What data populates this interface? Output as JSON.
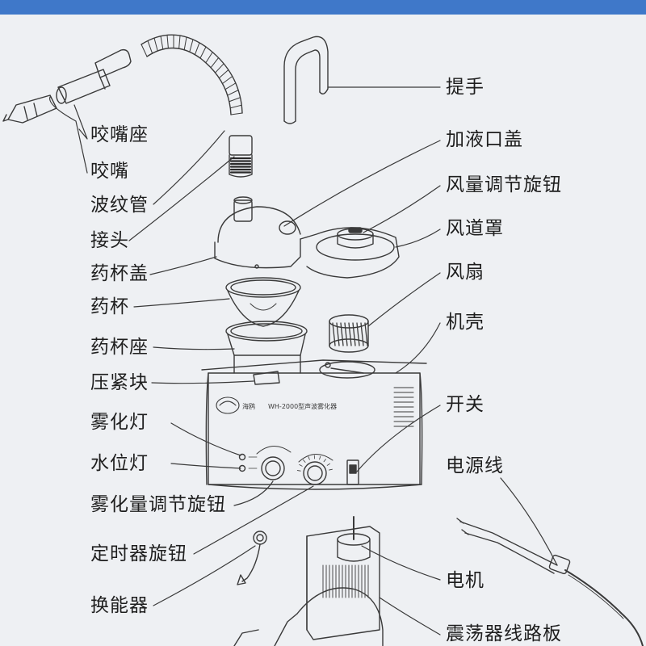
{
  "theme": {
    "bar_color": "#3f78c9",
    "line_color": "#3a3a3a",
    "paper": "#eef0f3"
  },
  "device_panel": {
    "brand": "海鸥",
    "model_text": "WH-2000型声波雾化器"
  },
  "labels_left": [
    "咬嘴座",
    "咬嘴",
    "波纹管",
    "接头",
    "药杯盖",
    "药杯",
    "药杯座",
    "压紧块",
    "雾化灯",
    "水位灯",
    "雾化量调节旋钮",
    "定时器旋钮",
    "换能器"
  ],
  "labels_right": [
    "提手",
    "加液口盖",
    "风量调节旋钮",
    "风道罩",
    "风扇",
    "机壳",
    "开关",
    "电源线",
    "电机",
    "震荡器线路板"
  ]
}
